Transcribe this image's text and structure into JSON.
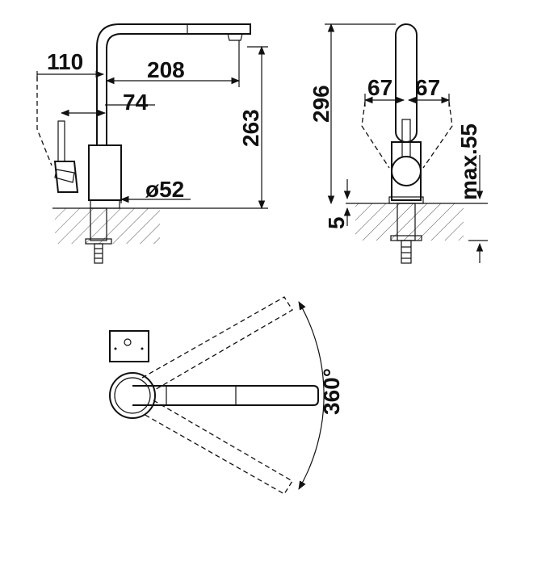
{
  "side_view": {
    "dim_reach_top": "110",
    "dim_spout": "208",
    "dim_handle_offset": "74",
    "dim_height": "263",
    "dim_diameter": "ø52"
  },
  "front_view": {
    "dim_height": "296",
    "dim_left": "67",
    "dim_right": "67",
    "dim_thickness": "max.55",
    "dim_base": "5"
  },
  "top_view": {
    "dim_rotation": "360°"
  },
  "colors": {
    "line": "#111111",
    "background": "#ffffff"
  }
}
